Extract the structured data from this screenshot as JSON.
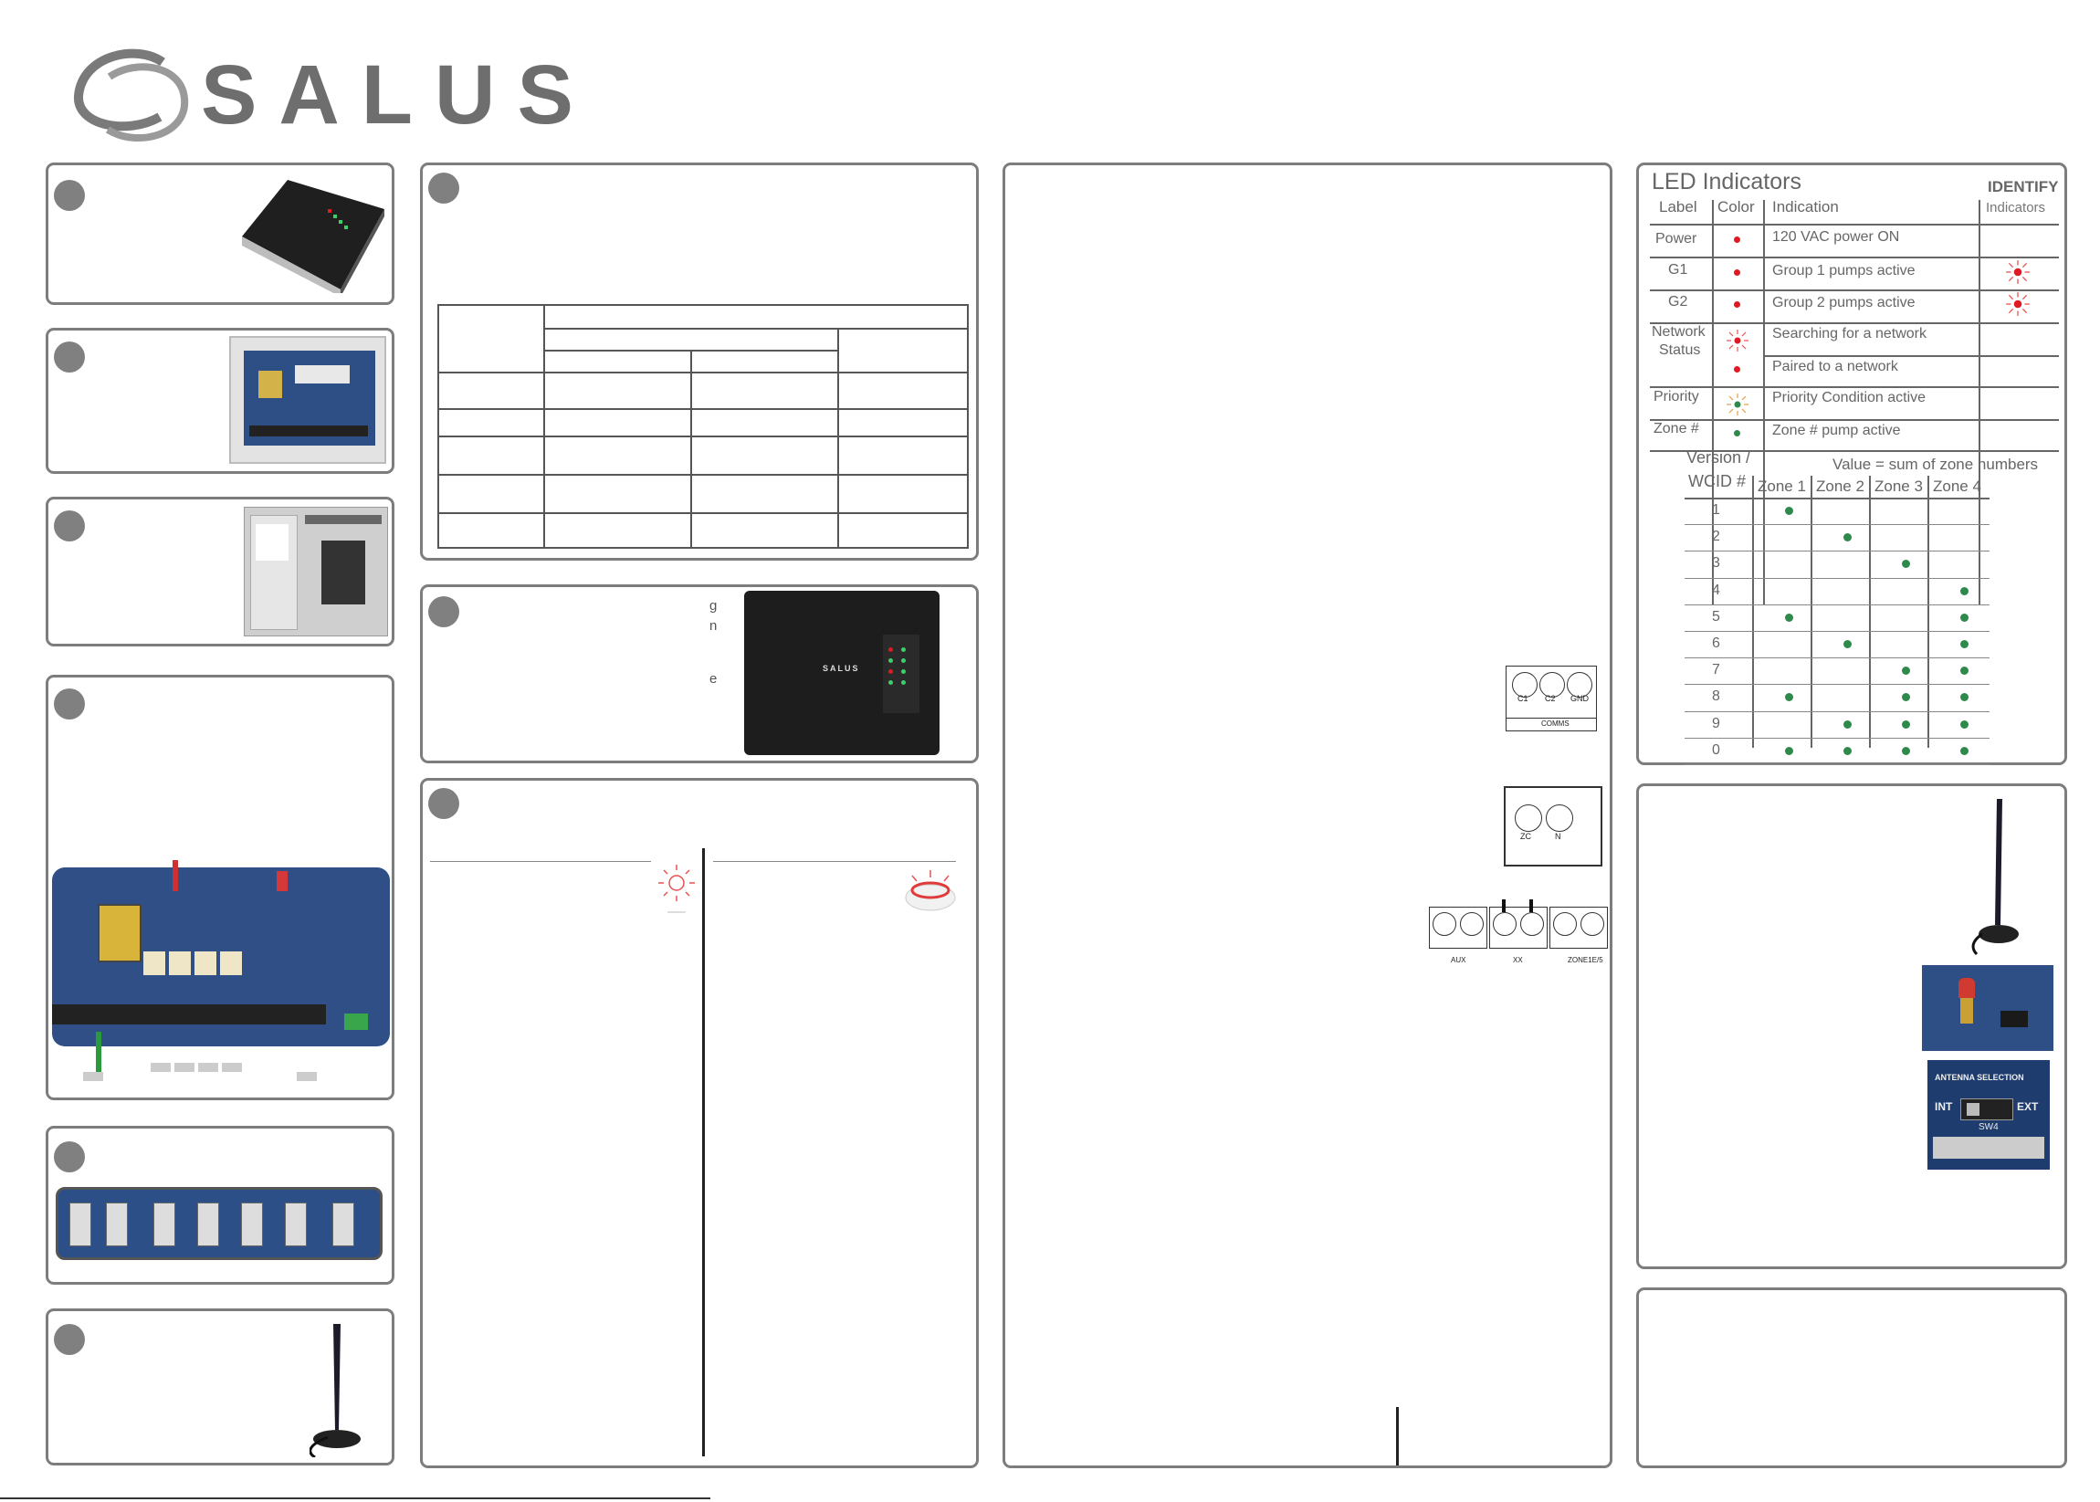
{
  "brand": {
    "name": "SALUS"
  },
  "device": {
    "logo_small": "SALUS"
  },
  "led": {
    "title": "LED Indicators",
    "identify_title": "IDENTIFY",
    "identify_sub": "Indicators",
    "headers": {
      "label": "Label",
      "color": "Color",
      "indication": "Indication"
    },
    "rows": [
      {
        "label": "Power",
        "indication": "120 VAC  power ON"
      },
      {
        "label": "G1",
        "indication": "Group 1 pumps active"
      },
      {
        "label": "G2",
        "indication": "Group 2 pumps active"
      },
      {
        "label": "Network",
        "label2": "Status",
        "indication": "Searching for a network"
      },
      {
        "label": "",
        "indication": "Paired to a network"
      },
      {
        "label": "Priority",
        "indication": "Priority Condition active"
      },
      {
        "label": "Zone #",
        "indication": "Zone # pump active"
      }
    ]
  },
  "wcid": {
    "head1": "Version /",
    "head2": "WCID #",
    "value_note": "Value = sum of zone numbers",
    "zones": [
      "Zone 1",
      "Zone 2",
      "Zone 3",
      "Zone 4"
    ],
    "rows": [
      {
        "id": "1",
        "z": [
          1,
          0,
          0,
          0
        ]
      },
      {
        "id": "2",
        "z": [
          0,
          1,
          0,
          0
        ]
      },
      {
        "id": "3",
        "z": [
          0,
          0,
          1,
          0
        ]
      },
      {
        "id": "4",
        "z": [
          0,
          0,
          0,
          1
        ]
      },
      {
        "id": "5",
        "z": [
          1,
          0,
          0,
          1
        ]
      },
      {
        "id": "6",
        "z": [
          0,
          1,
          0,
          1
        ]
      },
      {
        "id": "7",
        "z": [
          0,
          0,
          1,
          1
        ]
      },
      {
        "id": "8",
        "z": [
          1,
          0,
          1,
          1
        ]
      },
      {
        "id": "9",
        "z": [
          0,
          1,
          1,
          1
        ]
      },
      {
        "id": "0",
        "z": [
          1,
          1,
          1,
          1
        ]
      }
    ]
  },
  "terminals": {
    "comms": {
      "labels": [
        "C1",
        "C2",
        "GND"
      ],
      "caption": "COMMS"
    },
    "power": {
      "labels": [
        "ZC",
        "N"
      ]
    },
    "zones": {
      "labels": [
        "AUX",
        "XX",
        "ZONE1E/5"
      ]
    }
  },
  "antenna_switch": {
    "title": "ANTENNA SELECTION",
    "int": "INT",
    "ext": "EXT",
    "sw": "SW4"
  },
  "fragments": [
    "g",
    "n",
    "e"
  ],
  "colors": {
    "panel_border": "#7d7d7d",
    "step": "#808080",
    "led_green": "#2e8a4a",
    "led_red": "#e01a22"
  }
}
